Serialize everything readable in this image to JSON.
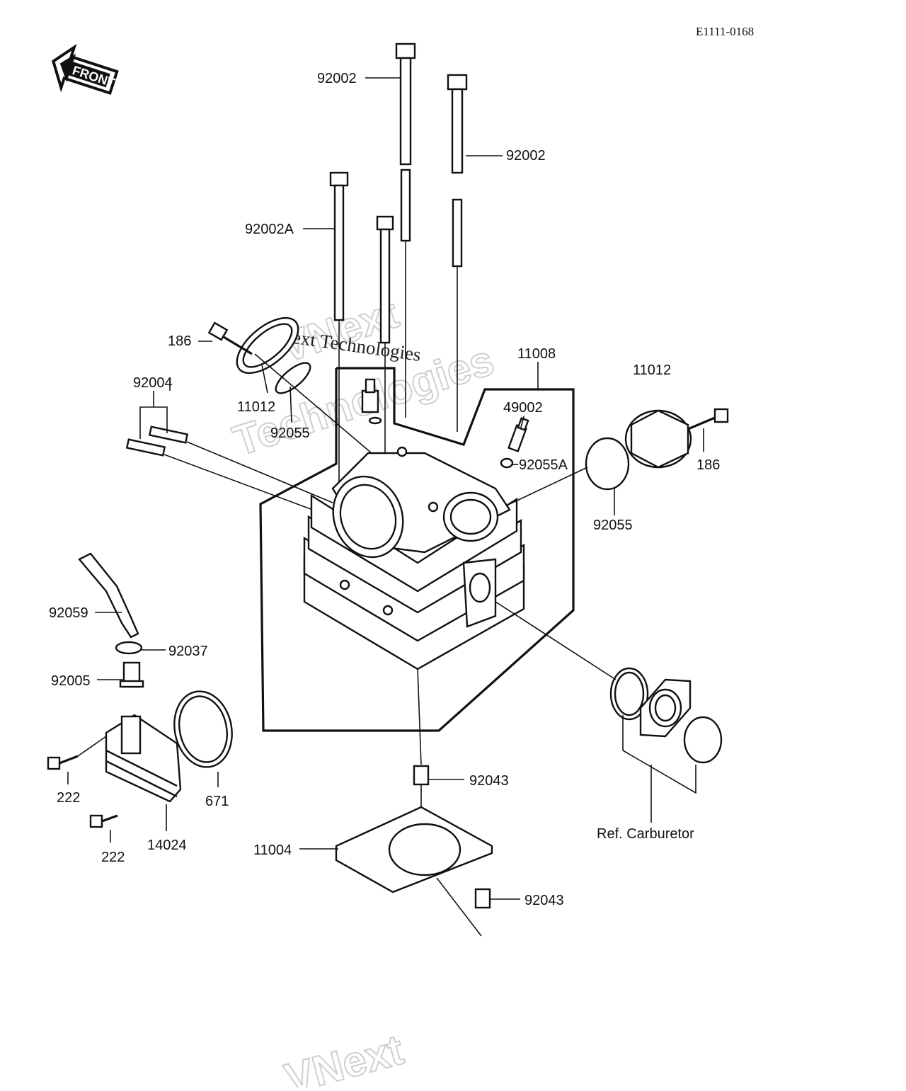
{
  "document_code": "E1111-0168",
  "front_arrow_label": "FRONT",
  "watermarks": [
    "VNext",
    "Technologies",
    "VNext Technologies",
    "VNext"
  ],
  "callouts": {
    "bolt_long_left": "92002",
    "bolt_long_right": "92002",
    "bolt_medium": "92002A",
    "bolt_186_left": "186",
    "stud": "92004",
    "cap_left": "11012",
    "oring_left": "92055",
    "head": "11008",
    "valve": "49002",
    "washer": "92055A",
    "cap_right": "11012",
    "bolt_186_right": "186",
    "oring_right": "92055",
    "hose": "92059",
    "clamp": "92037",
    "fitting": "92005",
    "screw_upper": "222",
    "screw_lower": "222",
    "cover": "14024",
    "oring_cover": "671",
    "dowel_upper": "92043",
    "gasket": "11004",
    "dowel_lower": "92043",
    "carburetor_ref": "Ref. Carburetor"
  }
}
